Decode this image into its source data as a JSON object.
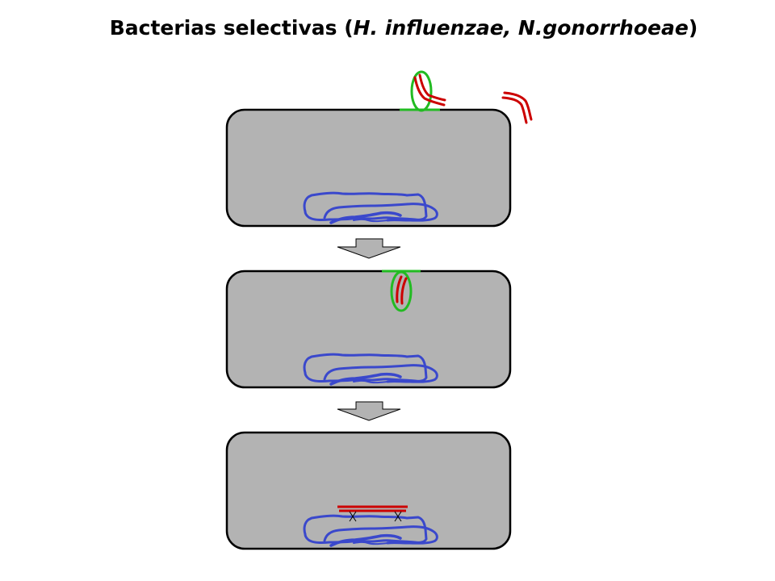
{
  "title": {
    "prefix": "Bacterias selectivas (",
    "species": "H. influenzae, N.gonorrhoeae",
    "suffix": ")"
  },
  "colors": {
    "cell_fill": "#b3b3b3",
    "cell_border": "#000000",
    "chromosome": "#3a48cc",
    "dna_fragment": "#cc0000",
    "receptor_ring": "#22bb22",
    "arrow_fill": "#b3b3b3",
    "crossover_mark": "#000000"
  },
  "steps": [
    {
      "name": "cell-step-1",
      "elements": [
        "free-dna-fragment",
        "dna-binding-at-receptor",
        "chromosome"
      ]
    },
    {
      "name": "cell-step-2",
      "elements": [
        "dna-entering-cell",
        "chromosome"
      ]
    },
    {
      "name": "cell-step-3",
      "elements": [
        "dna-recombination-crossover",
        "chromosome"
      ]
    }
  ]
}
